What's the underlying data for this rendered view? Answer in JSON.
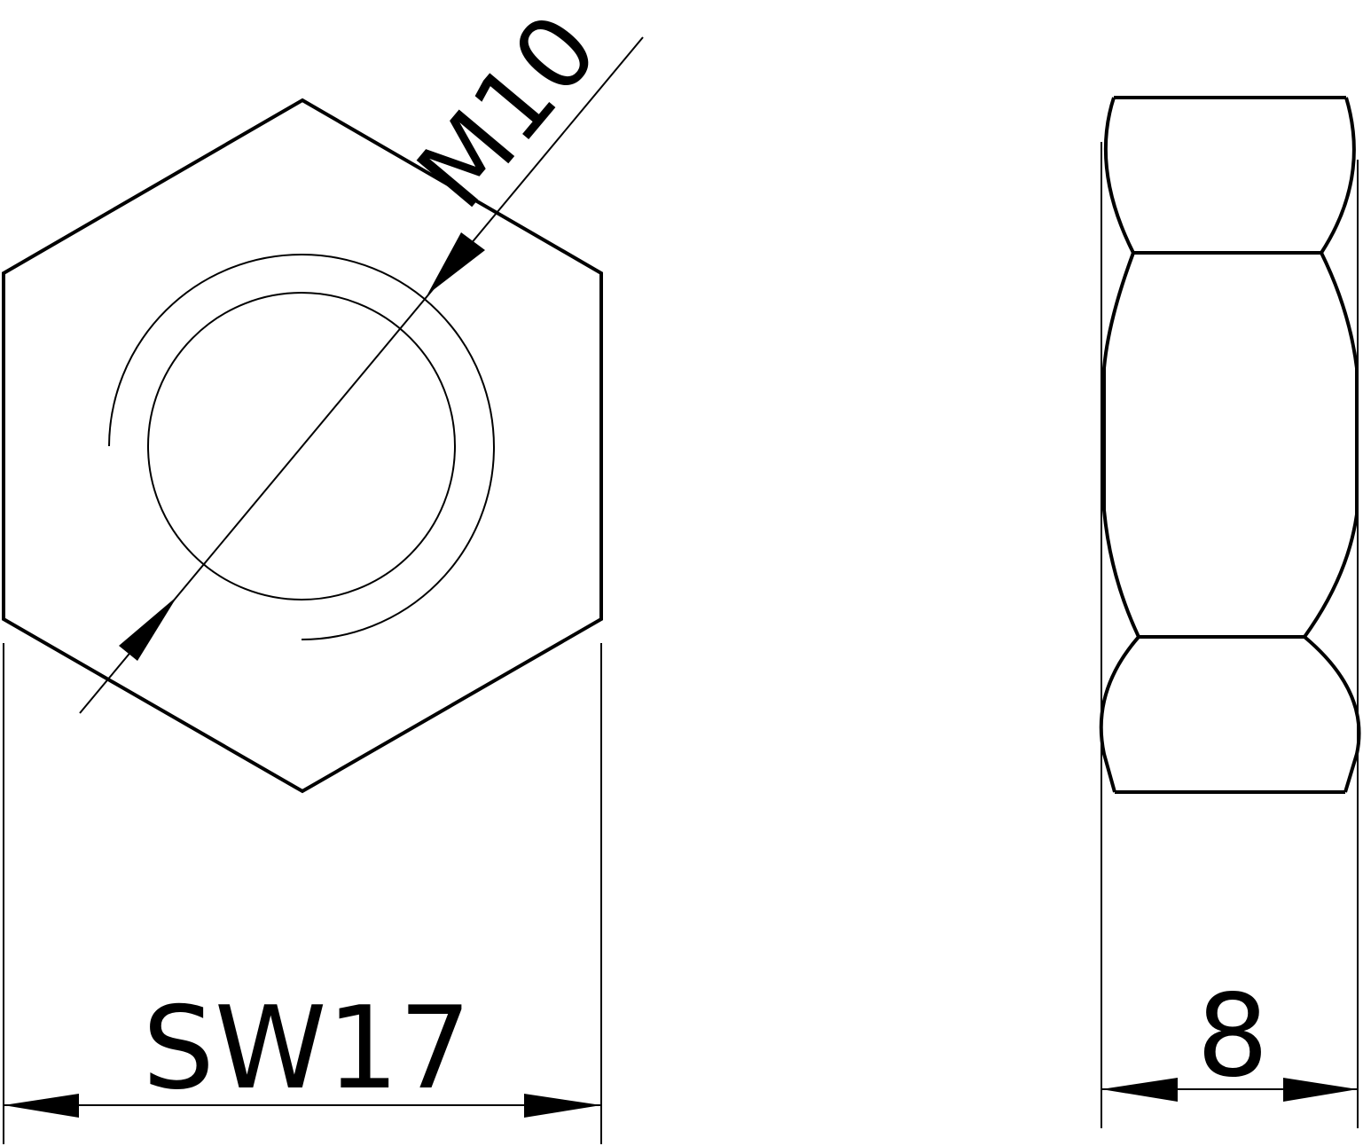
{
  "drawing": {
    "front_view": {
      "thread_label": "M10",
      "width_across_flats_label": "SW17"
    },
    "side_view": {
      "height_label": "8"
    },
    "line_color": "#000000",
    "background_color": "#ffffff"
  }
}
